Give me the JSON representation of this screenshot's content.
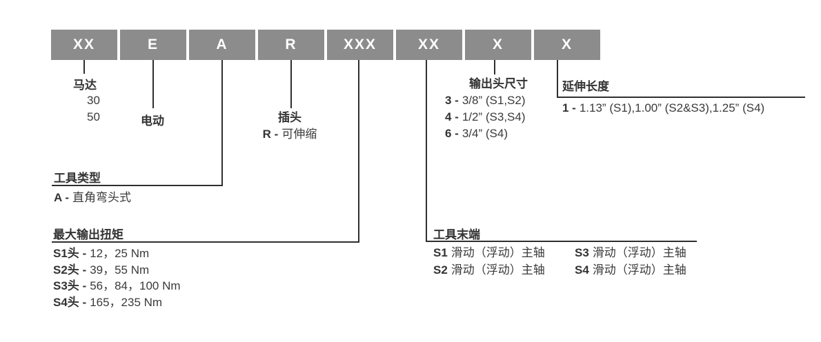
{
  "colors": {
    "box_bg": "#8c8c8c",
    "box_text": "#ffffff",
    "line": "#2e2e2e",
    "text": "#333333"
  },
  "code_boxes": [
    "XX",
    "E",
    "A",
    "R",
    "XXX",
    "XX",
    "X",
    "X"
  ],
  "sections": {
    "motor": {
      "title": "马达",
      "options": [
        "30",
        "50"
      ]
    },
    "electric": {
      "title": "电动"
    },
    "plug": {
      "title": "插头",
      "entries": [
        {
          "code": "R -",
          "desc": "可伸缩"
        }
      ]
    },
    "output_head_size": {
      "title": "输出头尺寸",
      "entries": [
        {
          "code": "3 -",
          "desc": "3/8” (S1,S2)"
        },
        {
          "code": "4 -",
          "desc": "1/2” (S3,S4)"
        },
        {
          "code": "6 -",
          "desc": "3/4” (S4)"
        }
      ]
    },
    "extension_length": {
      "title": "延伸长度",
      "entries": [
        {
          "code": "1 -",
          "desc": "1.13” (S1),1.00” (S2&S3),1.25” (S4)"
        }
      ]
    },
    "tool_type": {
      "title": "工具类型",
      "entries": [
        {
          "code": "A -",
          "desc": "直角弯头式"
        }
      ]
    },
    "max_torque": {
      "title": "最大输出扭矩",
      "entries": [
        {
          "code": "S1头 -",
          "desc": "12，25 Nm"
        },
        {
          "code": "S2头 -",
          "desc": "39，55 Nm"
        },
        {
          "code": "S3头 -",
          "desc": "56，84，100 Nm"
        },
        {
          "code": "S4头 -",
          "desc": "165，235 Nm"
        }
      ]
    },
    "tool_end": {
      "title": "工具末端",
      "entries": [
        {
          "code": "S1",
          "desc": "滑动（浮动）主轴"
        },
        {
          "code": "S3",
          "desc": "滑动（浮动）主轴"
        },
        {
          "code": "S2",
          "desc": "滑动（浮动）主轴"
        },
        {
          "code": "S4",
          "desc": "滑动（浮动）主轴"
        }
      ]
    }
  }
}
